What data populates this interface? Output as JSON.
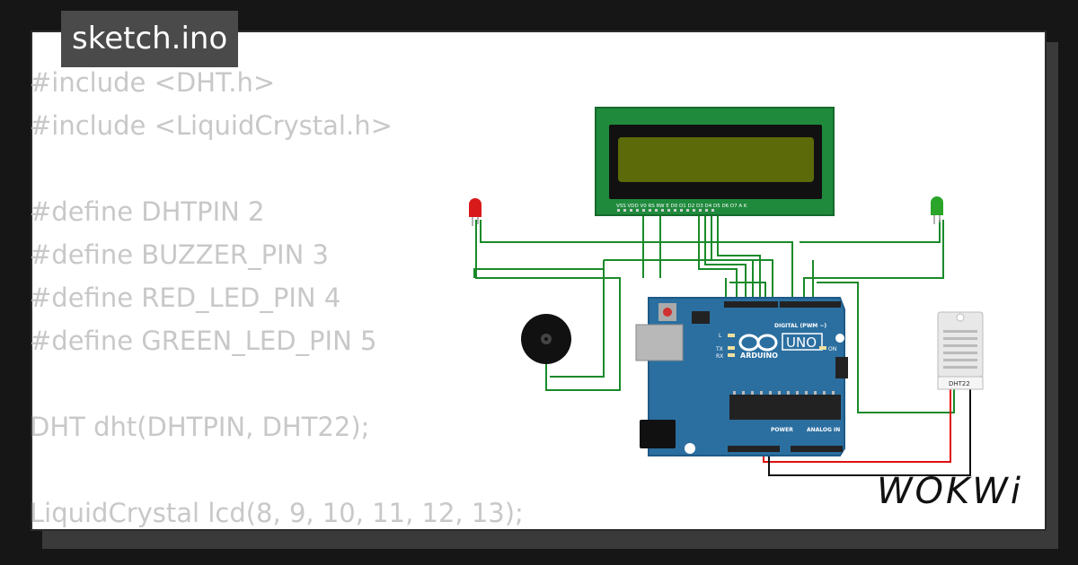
{
  "file_tab": {
    "label": "sketch.ino"
  },
  "code_lines": [
    "#include <DHT.h>",
    "#include <LiquidCrystal.h>",
    "",
    "#define DHTPIN 2",
    "#define BUZZER_PIN 3",
    "#define RED_LED_PIN 4",
    "#define GREEN_LED_PIN 5",
    "",
    "DHT dht(DHTPIN, DHT22);",
    "",
    "LiquidCrystal lcd(8, 9, 10, 11, 12, 13);"
  ],
  "board": {
    "digital_label": "DIGITAL (PWM ~)",
    "model": "UNO",
    "brand": "ARDUINO",
    "power_label": "POWER",
    "analog_label": "ANALOG IN",
    "on_label": "ON",
    "led_labels": [
      "L",
      "TX",
      "RX"
    ]
  },
  "lcd": {
    "pin_labels": "VSS VDD V0 RS RW E D0 D1 D2 D3 D4 D5 D6 D7 A K"
  },
  "sensor": {
    "label": "DHT22"
  },
  "branding": {
    "logo": "WOKWi"
  },
  "colors": {
    "board": "#2b6fa0",
    "lcd_frame": "#1f8a3c",
    "lcd_screen": "#5c6a0a",
    "wire_green": "#1a8a2a",
    "wire_red": "#e01010",
    "wire_black": "#111111",
    "led_red": "#d91a1a",
    "led_green": "#2aa52a"
  }
}
